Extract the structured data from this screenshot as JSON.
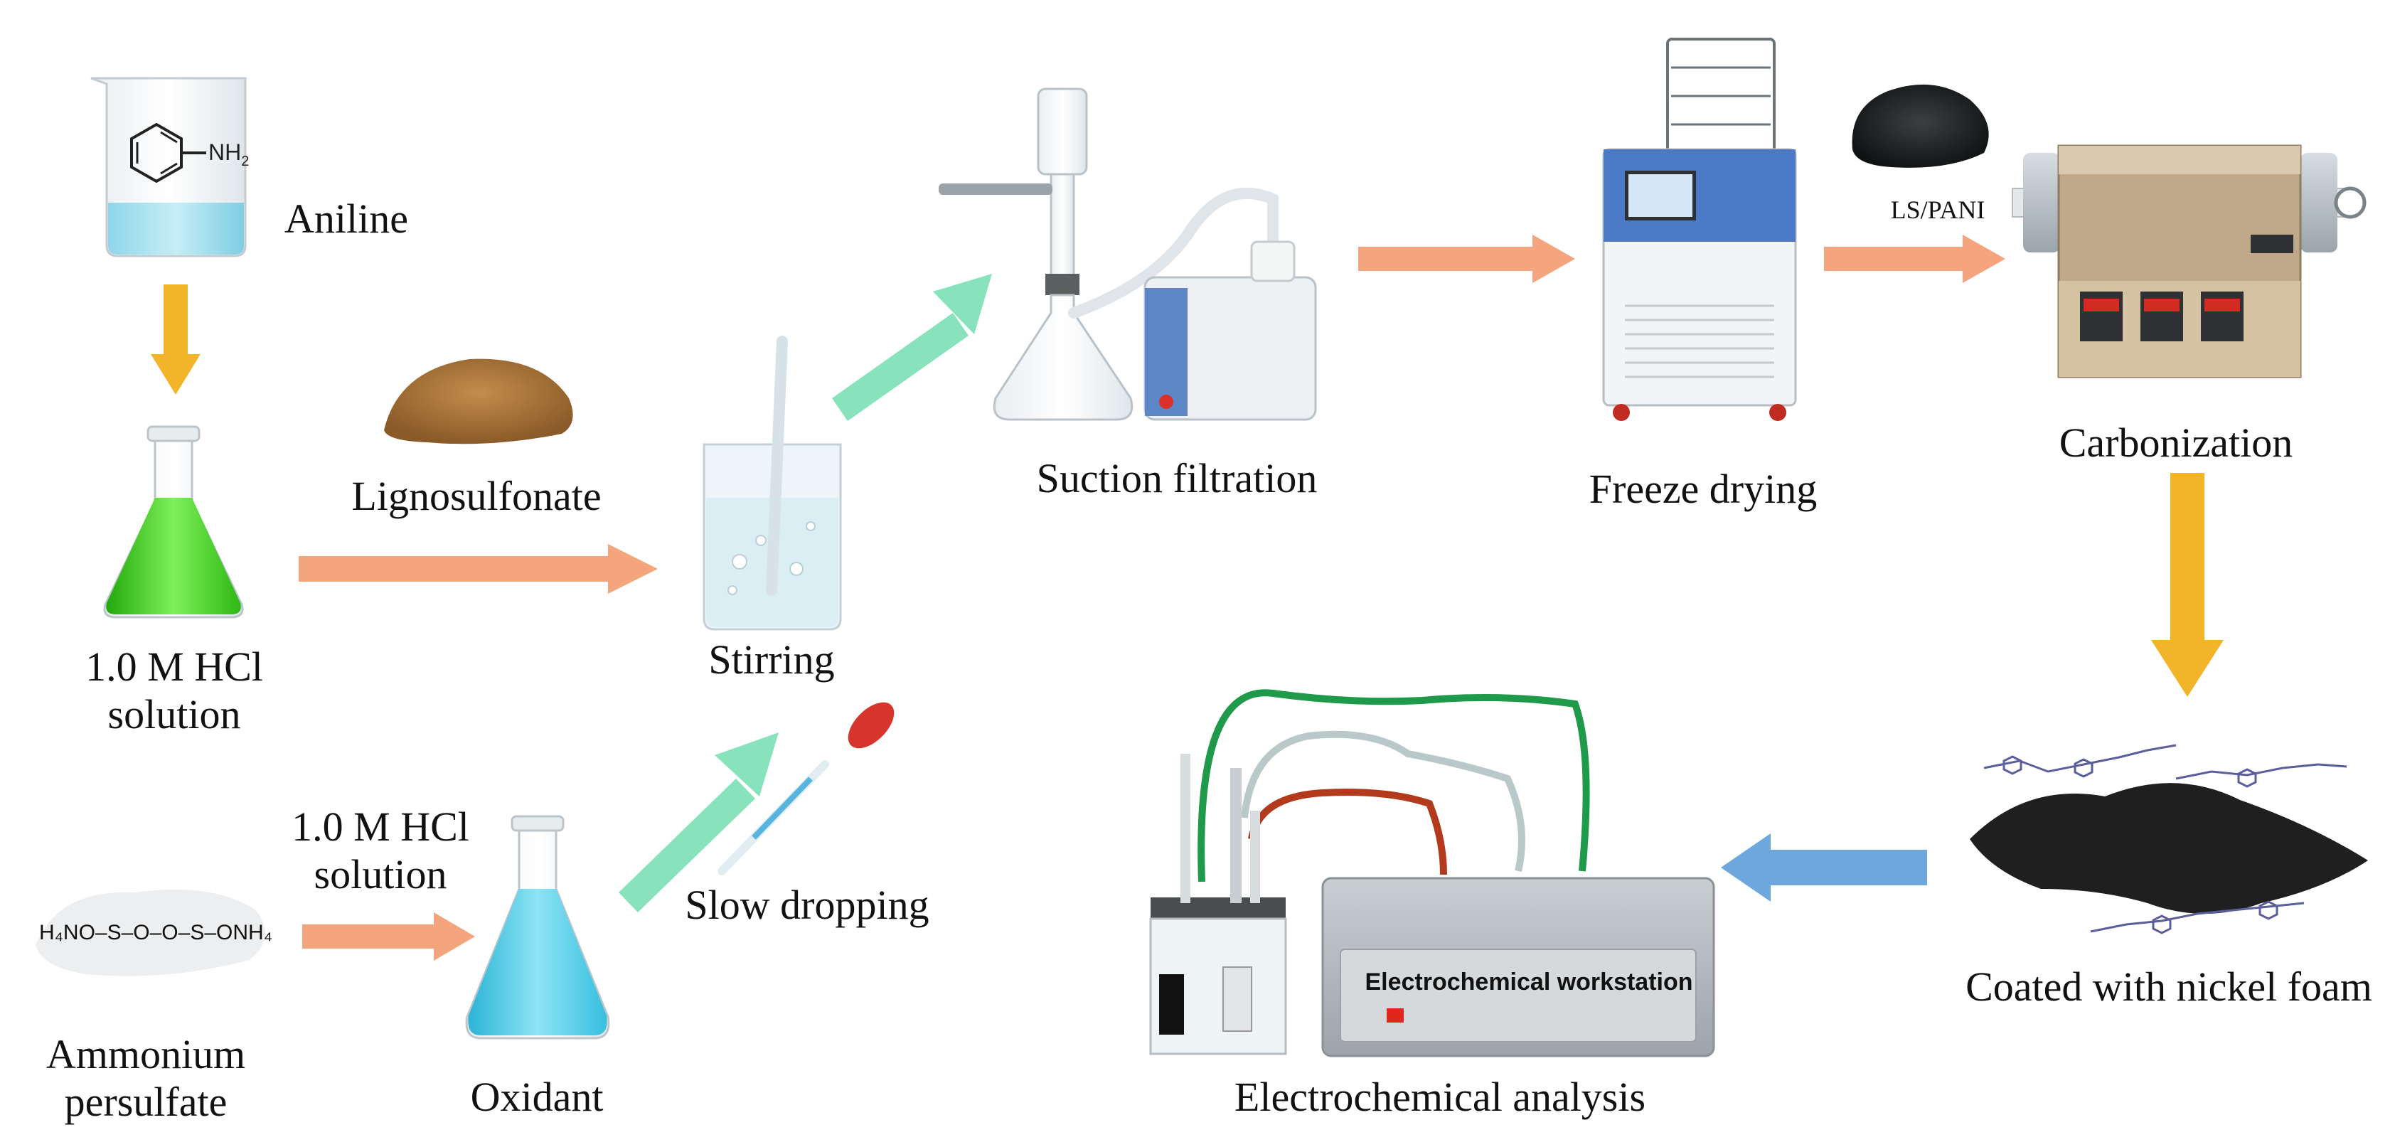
{
  "labels": {
    "aniline": "Aniline",
    "lignosulfonate": "Lignosulfonate",
    "hcl1_line1": "1.0 M HCl",
    "hcl1_line2": "solution",
    "stirring": "Stirring",
    "suction": "Suction filtration",
    "freeze": "Freeze drying",
    "ls_pani": "LS/PANI",
    "carbonization": "Carbonization",
    "coated": "Coated with nickel foam",
    "electro_analysis": "Electrochemical analysis",
    "workstation": "Electrochemical workstation",
    "hcl2_line1": "1.0 M HCl",
    "hcl2_line2": "solution",
    "slow": "Slow dropping",
    "oxidant": "Oxidant",
    "ammonium_line1": "Ammonium",
    "ammonium_line2": "persulfate",
    "nh2": "NH",
    "nh2_sub": "2",
    "aps_formula": "H₄NO–S–O–O–S–ONH₄"
  },
  "colors": {
    "arrow_orange": "#f4a57e",
    "arrow_yellow": "#f2b52a",
    "arrow_green": "#88e3bd",
    "arrow_blue": "#6ea7dc",
    "green_liquid": "#39c21a",
    "cyan_liquid": "#49c7e3",
    "lignin_brown": "#b07b3e",
    "wire_green": "#1f9a4a",
    "wire_red": "#b33a1c",
    "wire_gray": "#b9c9c9"
  }
}
